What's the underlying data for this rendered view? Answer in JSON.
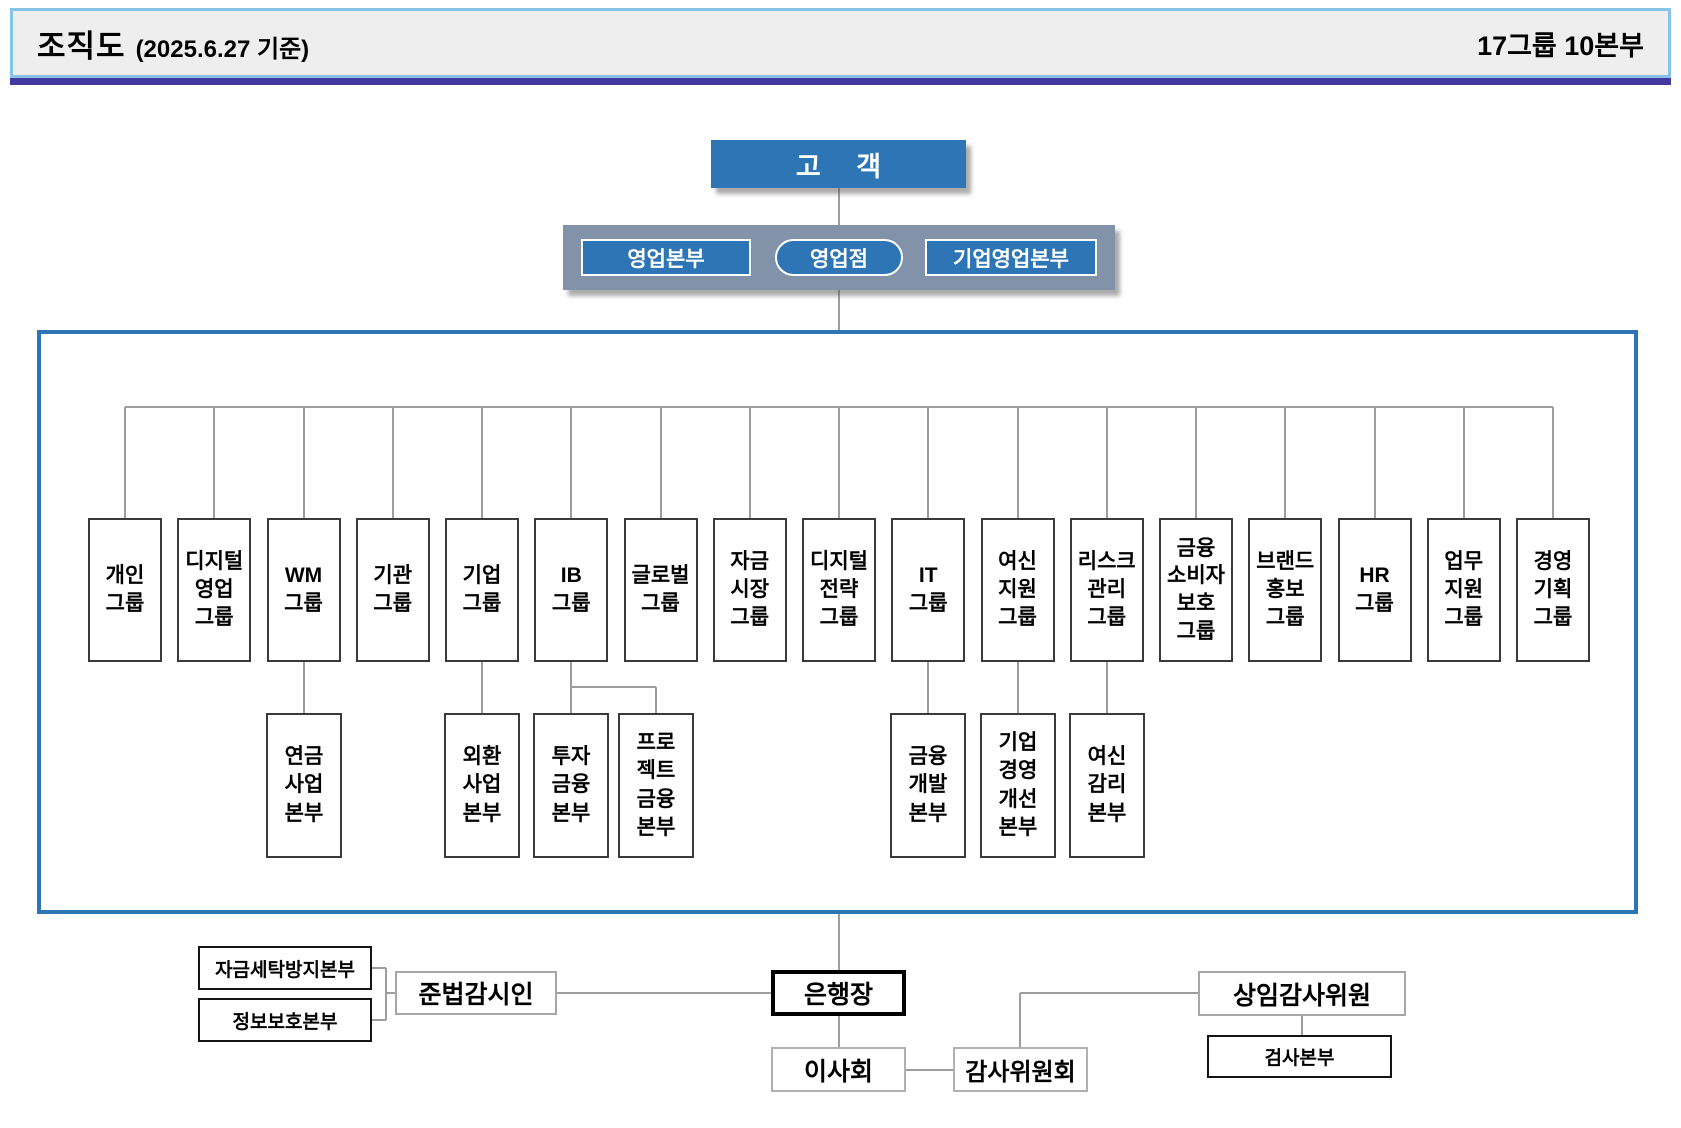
{
  "header": {
    "title": "조직도",
    "date_note": "(2025.6.27 기준)",
    "count_label": "17그룹 10본부"
  },
  "customer": {
    "label": "고 객"
  },
  "channels": {
    "items": [
      {
        "label": "영업본부",
        "shape": "rect"
      },
      {
        "label": "영업점",
        "shape": "pill"
      },
      {
        "label": "기업영업본부",
        "shape": "rect"
      }
    ]
  },
  "groups": {
    "items": [
      {
        "label": "개인\n그룹"
      },
      {
        "label": "디지털\n영업\n그룹"
      },
      {
        "label": "WM\n그룹"
      },
      {
        "label": "기관\n그룹"
      },
      {
        "label": "기업\n그룹"
      },
      {
        "label": "IB\n그룹"
      },
      {
        "label": "글로벌\n그룹"
      },
      {
        "label": "자금\n시장\n그룹"
      },
      {
        "label": "디지털\n전략\n그룹"
      },
      {
        "label": "IT\n그룹"
      },
      {
        "label": "여신\n지원\n그룹"
      },
      {
        "label": "리스크\n관리\n그룹"
      },
      {
        "label": "금융\n소비자\n보호\n그룹"
      },
      {
        "label": "브랜드\n홍보\n그룹"
      },
      {
        "label": "HR\n그룹"
      },
      {
        "label": "업무\n지원\n그룹"
      },
      {
        "label": "경영\n기획\n그룹"
      }
    ]
  },
  "divisions": {
    "items": [
      {
        "label": "연금\n사업\n본부",
        "parent": "WM그룹"
      },
      {
        "label": "외환\n사업\n본부",
        "parent": "기업그룹"
      },
      {
        "label": "투자\n금융\n본부",
        "parent": "IB그룹"
      },
      {
        "label": "프로\n젝트\n금융\n본부",
        "parent": "IB그룹"
      },
      {
        "label": "금융\n개발\n본부",
        "parent": "IT그룹"
      },
      {
        "label": "기업\n경영\n개선\n본부",
        "parent": "여신지원그룹"
      },
      {
        "label": "여신\n감리\n본부",
        "parent": "리스크관리그룹"
      }
    ]
  },
  "governance": {
    "aml": "자금세탁방지본부",
    "infosec": "정보보호본부",
    "compliance": "준법감시인",
    "president": "은행장",
    "board": "이사회",
    "audit_committee": "감사위원회",
    "standing_auditor": "상임감사위원",
    "inspection": "검사본부"
  },
  "colors": {
    "accent_blue": "#2E75B6",
    "band_gray": "#8192A9",
    "header_fill": "#EEEEEE",
    "header_border": "#85C3E8",
    "header_underline": "#44399E",
    "box_border": "#3A3A3A",
    "connector": "#9D9D9D"
  }
}
